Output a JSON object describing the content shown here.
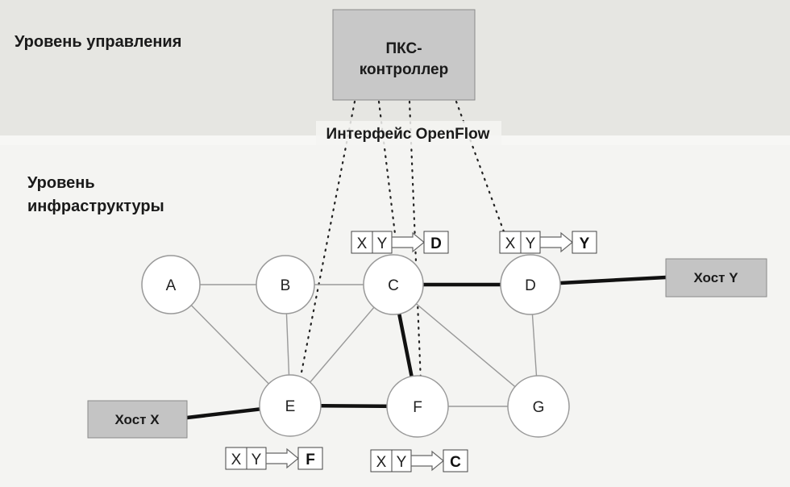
{
  "levels": {
    "control": "Уровень управления",
    "infrastructure_line1": "Уровень",
    "infrastructure_line2": "инфраструктуры"
  },
  "controller": {
    "line1": "ПКС-",
    "line2": "контроллер"
  },
  "interface_label": "Интерфейс OpenFlow",
  "hosts": {
    "x": "Хост X",
    "y": "Хост Y"
  },
  "nodes": {
    "a": "A",
    "b": "B",
    "c": "C",
    "d": "D",
    "e": "E",
    "f": "F",
    "g": "G"
  },
  "flow_tables": {
    "c": {
      "match1": "X",
      "match2": "Y",
      "action": "D"
    },
    "d": {
      "match1": "X",
      "match2": "Y",
      "action": "Y"
    },
    "e": {
      "match1": "X",
      "match2": "Y",
      "action": "F"
    },
    "f": {
      "match1": "X",
      "match2": "Y",
      "action": "C"
    }
  },
  "colors": {
    "control_band": "#e6e6e2",
    "infra_band": "#f4f4f2",
    "controller_fill": "#c8c8c8",
    "host_fill": "#c4c4c4",
    "node_fill": "#ffffff",
    "path_line": "#111111",
    "link_line": "#999999"
  }
}
